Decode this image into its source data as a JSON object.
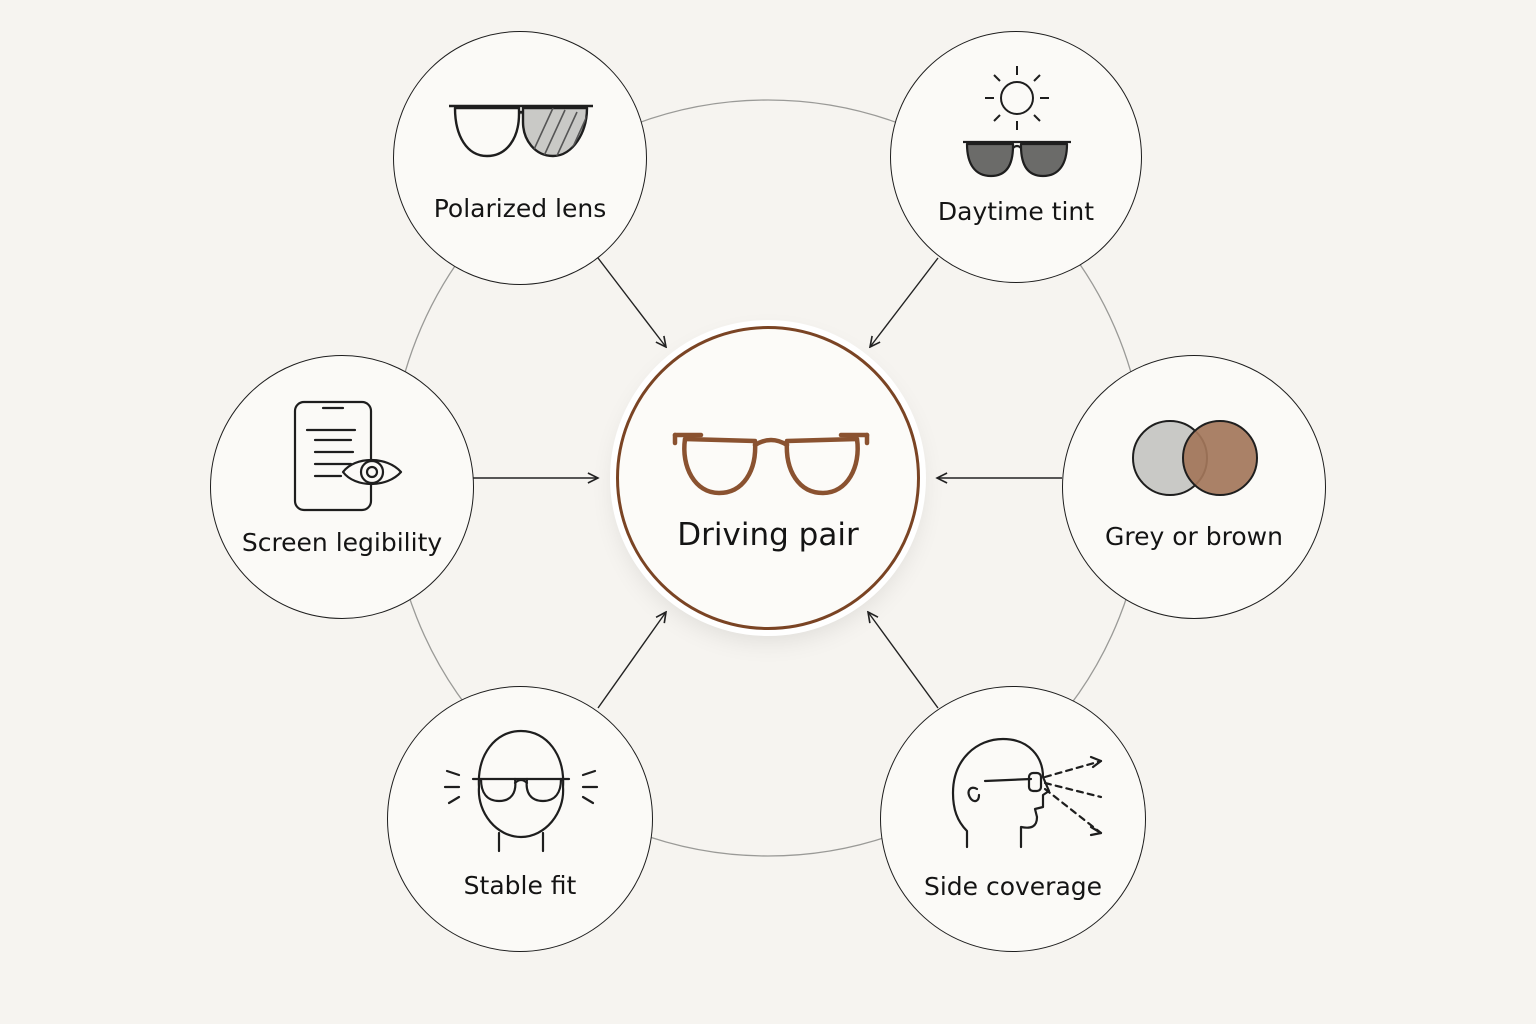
{
  "center": {
    "label": "Driving pair",
    "icon": "round-glasses-icon",
    "color": "#8a5230"
  },
  "nodes": [
    {
      "id": "polarized",
      "label": "Polarized lens",
      "icon": "polarized-glasses-icon"
    },
    {
      "id": "daytime",
      "label": "Daytime tint",
      "icon": "sun-sunglasses-icon"
    },
    {
      "id": "grey-brown",
      "label": "Grey or brown",
      "icon": "tint-swatches-icon"
    },
    {
      "id": "side",
      "label": "Side coverage",
      "icon": "head-profile-side-view-icon"
    },
    {
      "id": "stable",
      "label": "Stable fit",
      "icon": "head-front-glasses-icon"
    },
    {
      "id": "screen",
      "label": "Screen legibility",
      "icon": "screen-eye-icon"
    }
  ],
  "colors": {
    "accent": "#8a5230",
    "grey_tint": "#c9c9c6",
    "brown_tint": "#a3765a",
    "line": "#1e1e1e"
  }
}
